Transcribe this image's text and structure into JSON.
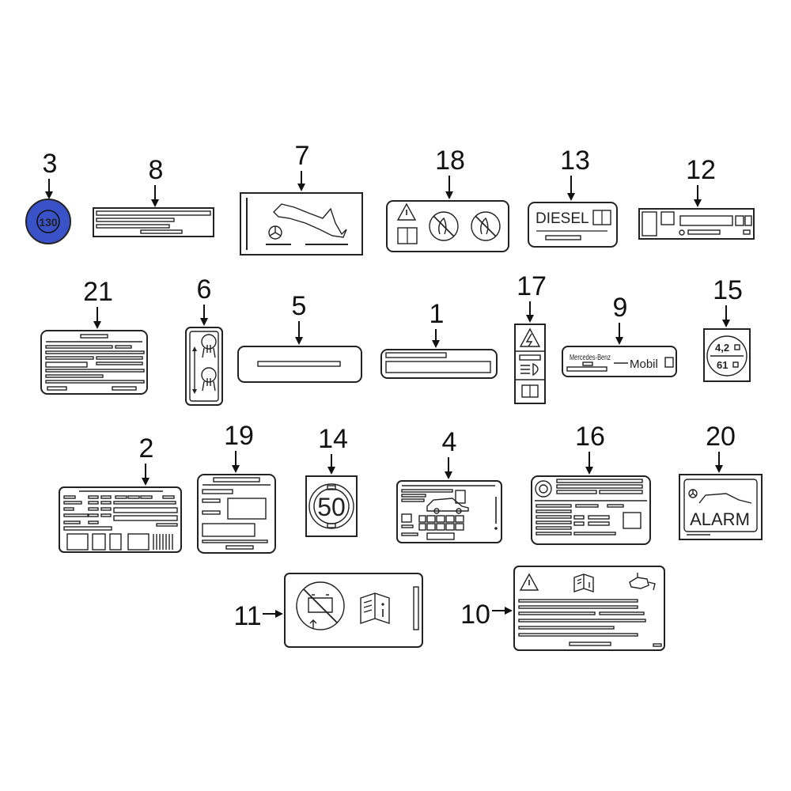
{
  "colors": {
    "highlight": "#3a52c8",
    "line": "#222222",
    "background": "#ffffff"
  },
  "callouts": [
    "1",
    "2",
    "3",
    "4",
    "5",
    "6",
    "7",
    "8",
    "9",
    "10",
    "11",
    "12",
    "13",
    "14",
    "15",
    "16",
    "17",
    "18",
    "19",
    "20",
    "21"
  ],
  "label_text": {
    "item3": "130",
    "item13": "DIESEL",
    "item9_brand": "Mercedes-Benz",
    "item9_oil": "Mobil",
    "item15_top": "4,2",
    "item15_bottom": "61",
    "item14": "50",
    "item20": "ALARM"
  },
  "icons": [
    "warning-triangle-icon",
    "manual-book-icon",
    "no-flame-icon",
    "info-icon",
    "mercedes-star-icon",
    "oil-can-icon",
    "battery-prohibited-icon"
  ]
}
